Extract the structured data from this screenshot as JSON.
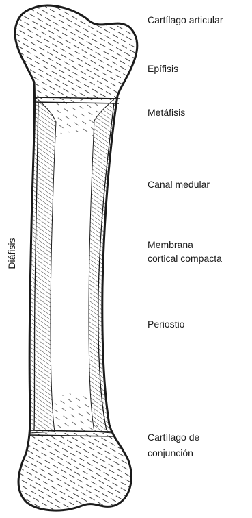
{
  "labels": {
    "cartilago_articular": "Cartílago articular",
    "epifisis": "Epífisis",
    "metafisis": "Metáfisis",
    "canal_medular": "Canal medular",
    "membrana_line1": "Membrana",
    "membrana_line2": "cortical compacta",
    "periostio": "Periostio",
    "cartilago_conjuncion_line1": "Cartílago de",
    "cartilago_conjuncion_line2": "conjunción",
    "diafisis": "Diáfisis"
  },
  "colors": {
    "ink": "#1a1a1a",
    "background": "#ffffff"
  }
}
